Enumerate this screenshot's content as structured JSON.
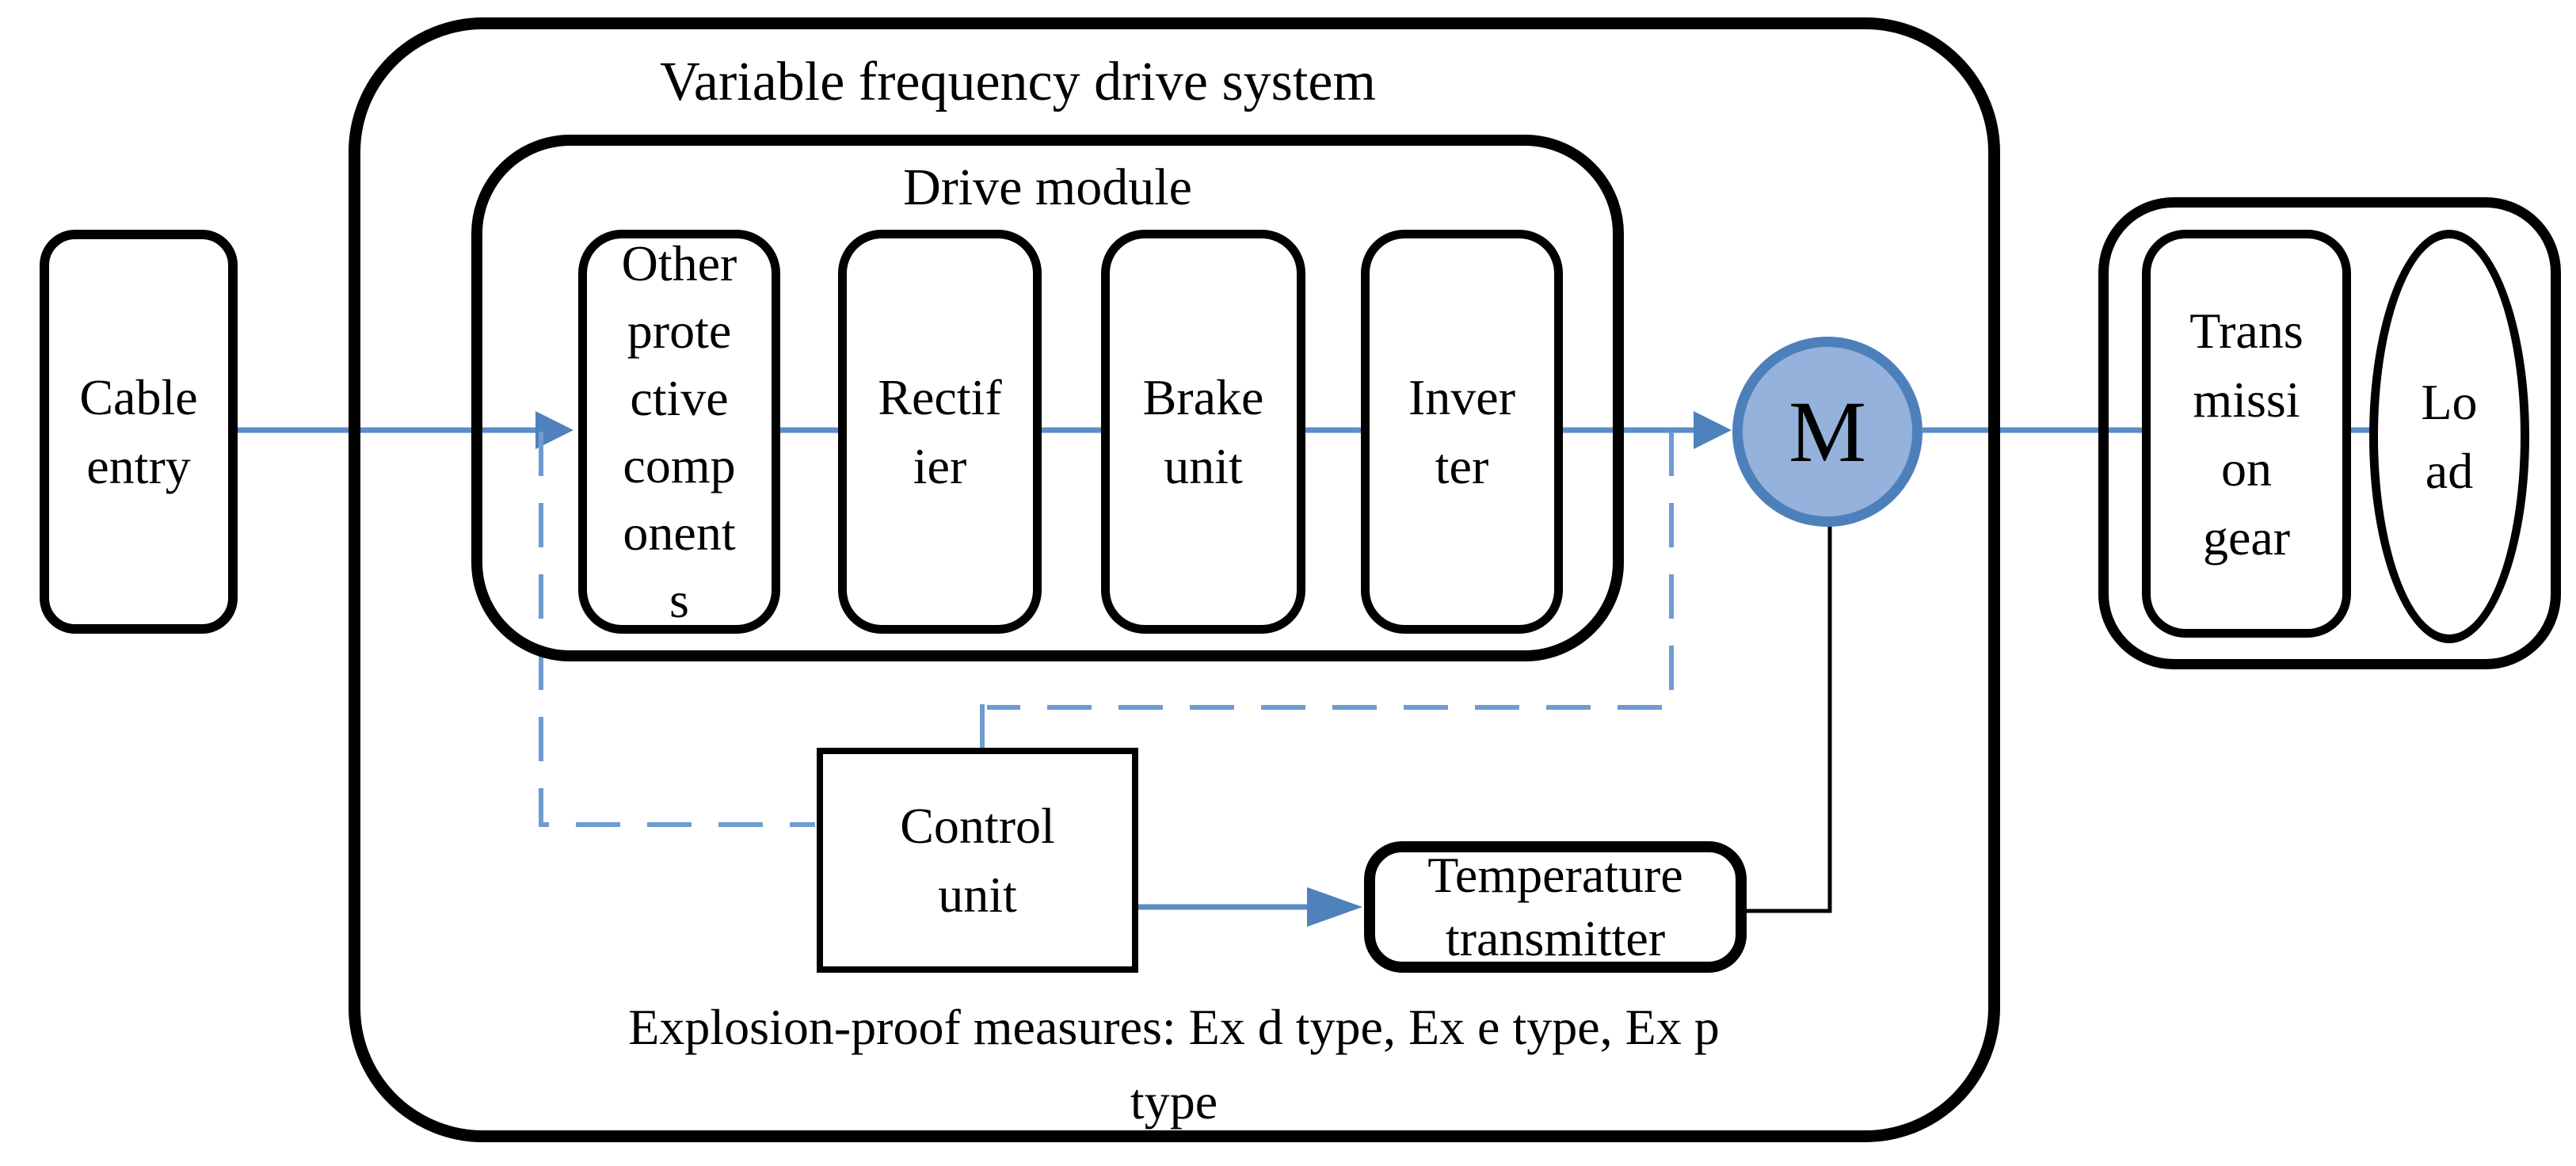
{
  "colors": {
    "line_blue": "#5b8dc8",
    "dash_blue": "#6f9bd1",
    "arrow_blue": "#4f81bd",
    "motor_fill": "#94b2dc",
    "motor_border": "#4d80bb",
    "ink": "#000000"
  },
  "vfd_system": {
    "title": "Variable frequency drive system",
    "explosion_note": "Explosion-proof measures: Ex d type, Ex e type, Ex p\ntype",
    "drive_module": {
      "title": "Drive module",
      "protective_components_label": "Other\nprote\nctive\ncomp\nonent\ns",
      "rectifier_label": "Rectif\nier",
      "brake_unit_label": "Brake\nunit",
      "inverter_label": "Inver\nter"
    },
    "control_unit_label": "Control\nunit",
    "temperature_transmitter_label": "Temperature\ntransmitter",
    "motor_label": "M"
  },
  "external": {
    "cable_entry_label": "Cable\nentry",
    "transmission_gear_label": "Trans\nmissi\non\ngear",
    "load_label": "Lo\nad"
  }
}
